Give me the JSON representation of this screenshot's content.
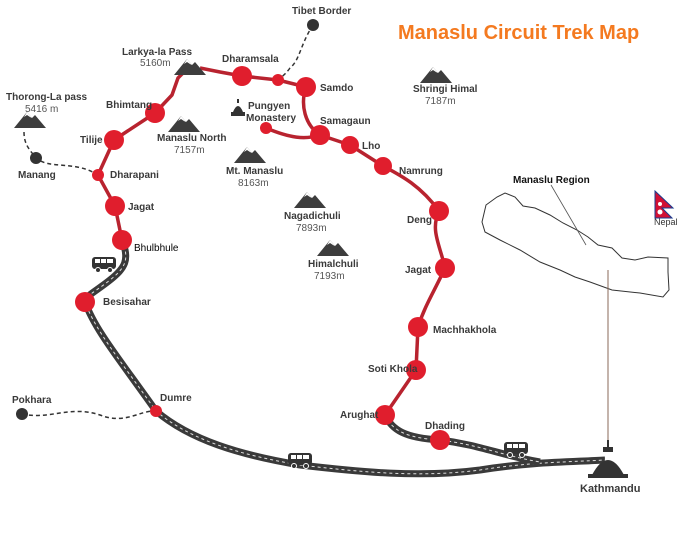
{
  "title": "Manaslu Circuit Trek Map",
  "colors": {
    "title": "#f47a20",
    "route": "#b8232f",
    "stop": "#e01e2d",
    "road": "#3a3a3a",
    "mountain": "#3d3d3d"
  },
  "stops": {
    "tibet_border": "Tibet Border",
    "dharamsala": "Dharamsala",
    "samdo": "Samdo",
    "samagaun": "Samagaun",
    "lho": "Lho",
    "namrung": "Namrung",
    "deng": "Deng",
    "jagat_east": "Jagat",
    "machhakhola": "Machhakhola",
    "soti_khola": "Soti Khola",
    "arughat": "Arughat",
    "dhading": "Dhading",
    "kathmandu": "Kathmandu",
    "dumre": "Dumre",
    "pokhara": "Pokhara",
    "besisahar": "Besisahar",
    "bhulbhule": "Bhulbhule",
    "jagat_west": "Jagat",
    "dharapani": "Dharapani",
    "tilije": "Tilije",
    "bhimtang": "Bhimtang",
    "manang": "Manang"
  },
  "passes": [
    {
      "name": "Larkya-la Pass",
      "altitude": "5160m"
    },
    {
      "name": "Thorong-La pass",
      "altitude": "5416 m"
    }
  ],
  "peaks": [
    {
      "name": "Manaslu North",
      "altitude": "7157m"
    },
    {
      "name": "Mt. Manaslu",
      "altitude": "8163m"
    },
    {
      "name": "Nagadichuli",
      "altitude": "7893m"
    },
    {
      "name": "Himalchuli",
      "altitude": "7193m"
    },
    {
      "name": "Shringi Himal",
      "altitude": "7187m"
    }
  ],
  "monastery": {
    "line1": "Pungyen",
    "line2": "Monastery"
  },
  "inset": {
    "region_label": "Manaslu Region",
    "country_label": "Nepal"
  },
  "icons": [
    "mountain-icon",
    "bus-icon",
    "stupa-icon",
    "monastery-icon",
    "nepal-flag-icon"
  ]
}
